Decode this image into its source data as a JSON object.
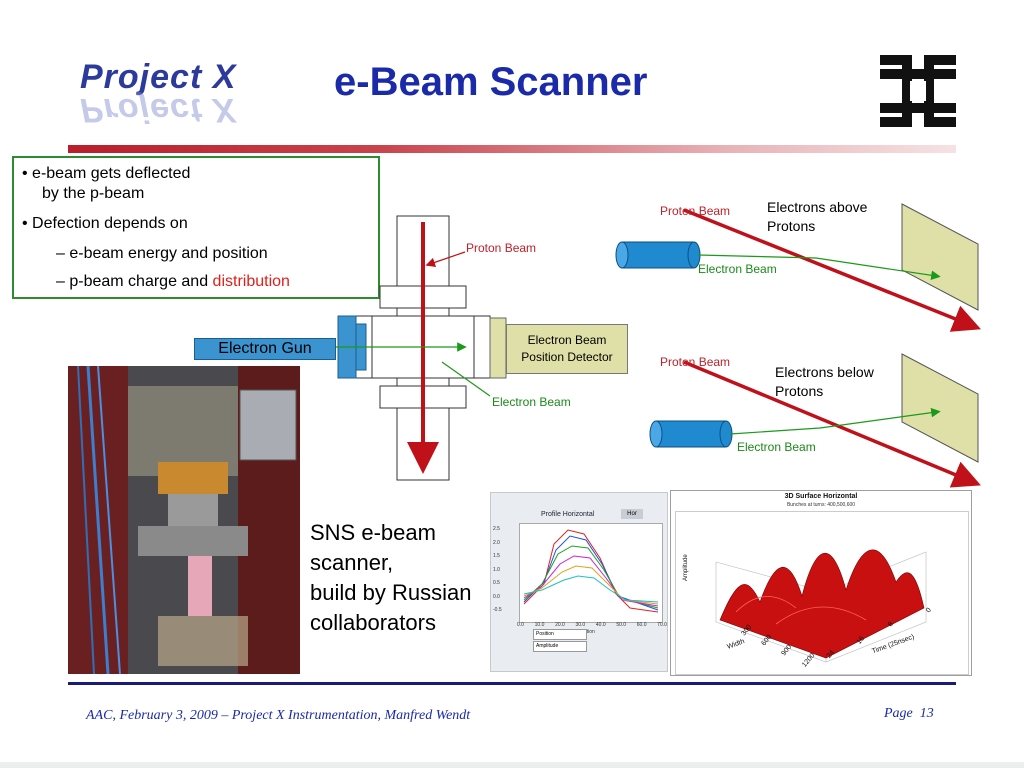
{
  "header": {
    "logo_text": "Project X",
    "title": "e-Beam Scanner",
    "fermilab_logo": "fermilab-logo-icon"
  },
  "bullets": {
    "b1_line1": "e-beam gets deflected",
    "b1_line2": "by the p-beam",
    "b2": "Defection depends on",
    "b2_sub1": "e-beam energy and position",
    "b2_sub2_prefix": "p-beam charge and ",
    "b2_sub2_highlight": "distribution",
    "highlight_color": "#e0201a"
  },
  "diagram": {
    "proton_beam_label": "Proton Beam",
    "electron_gun_label": "Electron Gun",
    "electron_beam_label": "Electron Beam",
    "detector_line1": "Electron Beam",
    "detector_line2": "Position Detector"
  },
  "right_diagrams": {
    "top": {
      "proton_beam_label": "Proton Beam",
      "electron_beam_label": "Electron Beam",
      "caption_line1": "Electrons above",
      "caption_line2": "Protons"
    },
    "bottom": {
      "proton_beam_label": "Proton Beam",
      "electron_beam_label": "Electron Beam",
      "caption_line1": "Electrons below",
      "caption_line2": "Protons"
    }
  },
  "sns_caption": {
    "line1": "SNS e-beam",
    "line2": "scanner,",
    "line3": "build by Russian",
    "line4": "collaborators"
  },
  "profile_plot": {
    "title": "Profile Horizontal",
    "tab": "Hor",
    "xlabel": "Position",
    "y_ticks": [
      "2.5",
      "2.0",
      "1.5",
      "1.0",
      "0.5",
      "0.0",
      "-0.5"
    ],
    "x_ticks": [
      "0.0",
      "10.0",
      "20.0",
      "30.0",
      "40.0",
      "50.0",
      "60.0",
      "70.0"
    ],
    "legend_row1": "Position",
    "legend_row2": "Amplitude"
  },
  "surface_plot": {
    "title": "3D Surface Horizontal",
    "subtitle": "Bunches at turns: 400,500,600",
    "z_axis": "Amplitude",
    "x_axis": "Width",
    "y_axis": "Time (25nsec)",
    "x_ticks": [
      "300",
      "600",
      "900",
      "1200"
    ],
    "y_ticks": [
      "0",
      "8",
      "16",
      "24"
    ]
  },
  "footer": {
    "text": "AAC, February 3, 2009 – Project X Instrumentation, Manfred Wendt",
    "page_label": "Page",
    "page_number": "13"
  },
  "colors": {
    "title_blue": "#1a2aa8",
    "proton_red": "#c0101a",
    "electron_green": "#1a9a1a",
    "gun_blue": "#3b93cf"
  }
}
